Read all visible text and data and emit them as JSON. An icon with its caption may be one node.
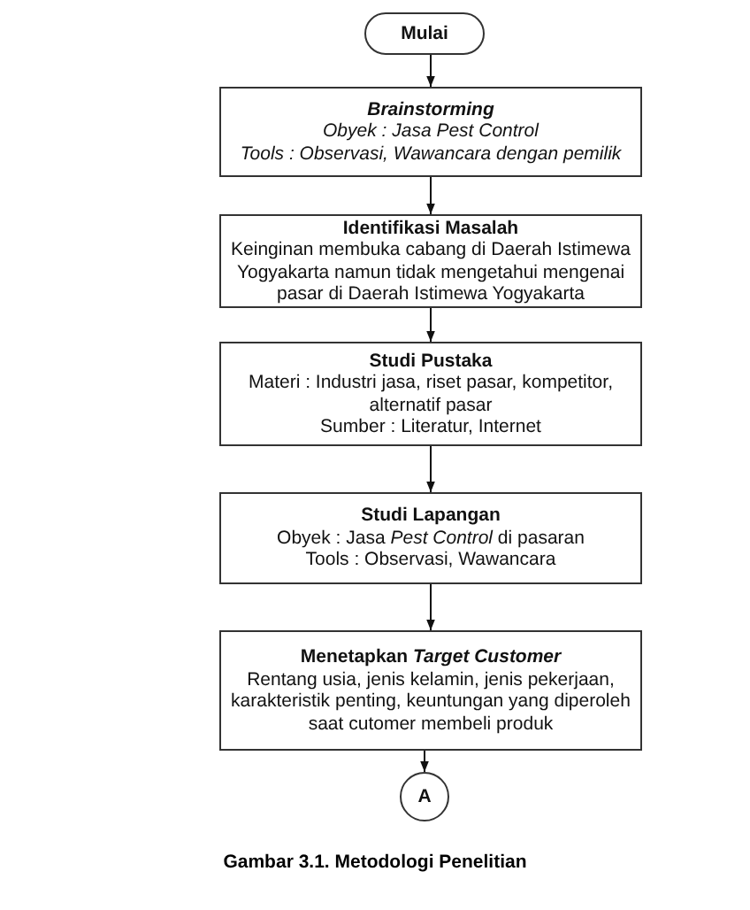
{
  "diagram": {
    "caption": "Gambar 3.1. Metodologi Penelitian",
    "nodes": [
      {
        "text": [
          "Mulai"
        ]
      },
      {
        "text": [
          "Brainstorming",
          "Obyek : Jasa Pest Control",
          "Tools : Observasi, Wawancara dengan pemilik"
        ]
      },
      {
        "text": [
          "Identifikasi Masalah",
          "Keinginan membuka cabang di Daerah Istimewa Yogyakarta namun tidak mengetahui mengenai pasar di Daerah Istimewa Yogyakarta"
        ]
      },
      {
        "text": [
          "Studi Pustaka",
          "Materi : Industri jasa, riset pasar, kompetitor, alternatif pasar",
          "Sumber : Literatur, Internet"
        ]
      },
      {
        "text": [
          "Studi Lapangan",
          "Obyek : Jasa *Pest Control* di pasaran",
          "Tools : Observasi, Wawancara"
        ]
      },
      {
        "text": [
          "Menetapkan *Target Customer*",
          "Rentang usia, jenis kelamin, jenis pekerjaan, karakteristik penting, keuntungan yang diperoleh saat cutomer membeli produk"
        ]
      },
      {
        "text": [
          "A"
        ]
      }
    ],
    "edges": [
      {
        "from": 0,
        "to": 1,
        "arrow": "to"
      },
      {
        "from": 1,
        "to": 2,
        "arrow": "to"
      },
      {
        "from": 2,
        "to": 3,
        "arrow": "to"
      },
      {
        "from": 3,
        "to": 4,
        "arrow": "to"
      },
      {
        "from": 4,
        "to": 5,
        "arrow": "to"
      },
      {
        "from": 5,
        "to": 6,
        "arrow": "to"
      }
    ]
  }
}
